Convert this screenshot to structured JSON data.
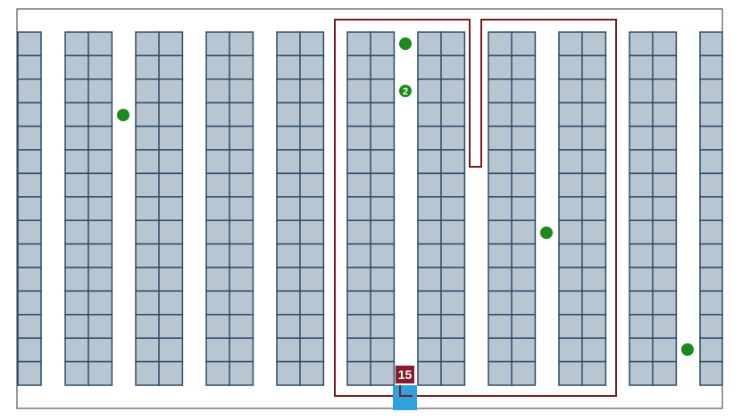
{
  "diagram": {
    "type": "warehouse-pick-route",
    "colors": {
      "background": "#ffffff",
      "border": "#333333",
      "shelf_fill": "#b8c6d2",
      "shelf_stroke": "#2c4a66",
      "route": "#7a1a1f",
      "pick_point": "#1a8a1a",
      "depot": "#2ea1df",
      "label_bg": "#8b1a2b",
      "label_text": "#ffffff"
    },
    "rack_columns": 15,
    "rack_rows": 15,
    "pick_points": [
      {
        "id": 1,
        "label": ""
      },
      {
        "id": 2,
        "label": "2"
      },
      {
        "id": 3,
        "label": ""
      },
      {
        "id": 4,
        "label": ""
      },
      {
        "id": 5,
        "label": ""
      }
    ],
    "route_label": "15",
    "icons": {
      "depot": "depot-icon",
      "pick_point": "pick-point-icon"
    }
  }
}
